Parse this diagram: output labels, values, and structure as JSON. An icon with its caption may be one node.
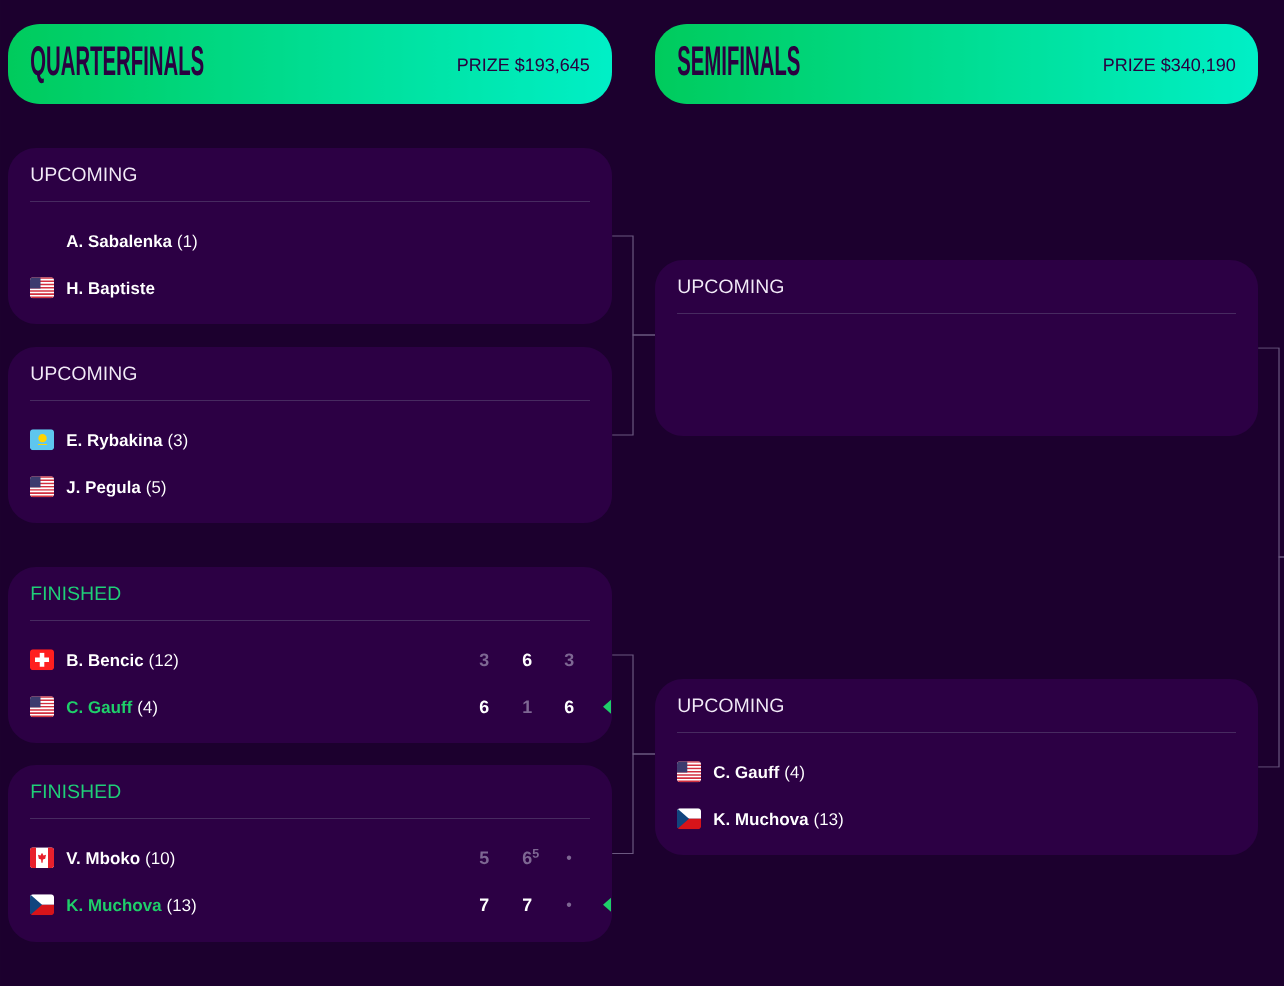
{
  "diagram": {
    "nodes": [
      {
        "text": [
          "QUARTERFINALS",
          "PRIZE $193,645"
        ]
      },
      {
        "text": [
          "SEMIFINALS",
          "PRIZE $340,190"
        ]
      },
      {
        "text": [
          "UPCOMING",
          "A. Sabalenka",
          "(1)",
          "H. Baptiste"
        ]
      },
      {
        "text": [
          "UPCOMING",
          "E. Rybakina",
          "(3)",
          "J. Pegula",
          "(5)"
        ]
      },
      {
        "text": [
          "FINISHED",
          "B. Bencic",
          "(12)",
          "3",
          "6",
          "3",
          "C. Gauff",
          "(4)",
          "6",
          "1",
          "6"
        ]
      },
      {
        "text": [
          "FINISHED",
          "V. Mboko",
          "(10)",
          "5",
          "6$^{5}$",
          "K. Muchova",
          "(13)",
          "7",
          "7"
        ]
      },
      {
        "text": [
          "UPCOMING"
        ]
      },
      {
        "text": [
          "UPCOMING",
          "C. Gauff",
          "(4)",
          "K. Muchova",
          "(13)"
        ]
      }
    ],
    "edges": [
      {
        "from": 2,
        "to": 6,
        "arrow": "none"
      },
      {
        "from": 3,
        "to": 6,
        "arrow": "none"
      },
      {
        "from": 4,
        "to": 7,
        "arrow": "none"
      },
      {
        "from": 5,
        "to": 7,
        "arrow": "none"
      },
      {
        "from": 6,
        "to": null,
        "arrow": "none"
      },
      {
        "from": 7,
        "to": null,
        "arrow": "none"
      }
    ]
  }
}
